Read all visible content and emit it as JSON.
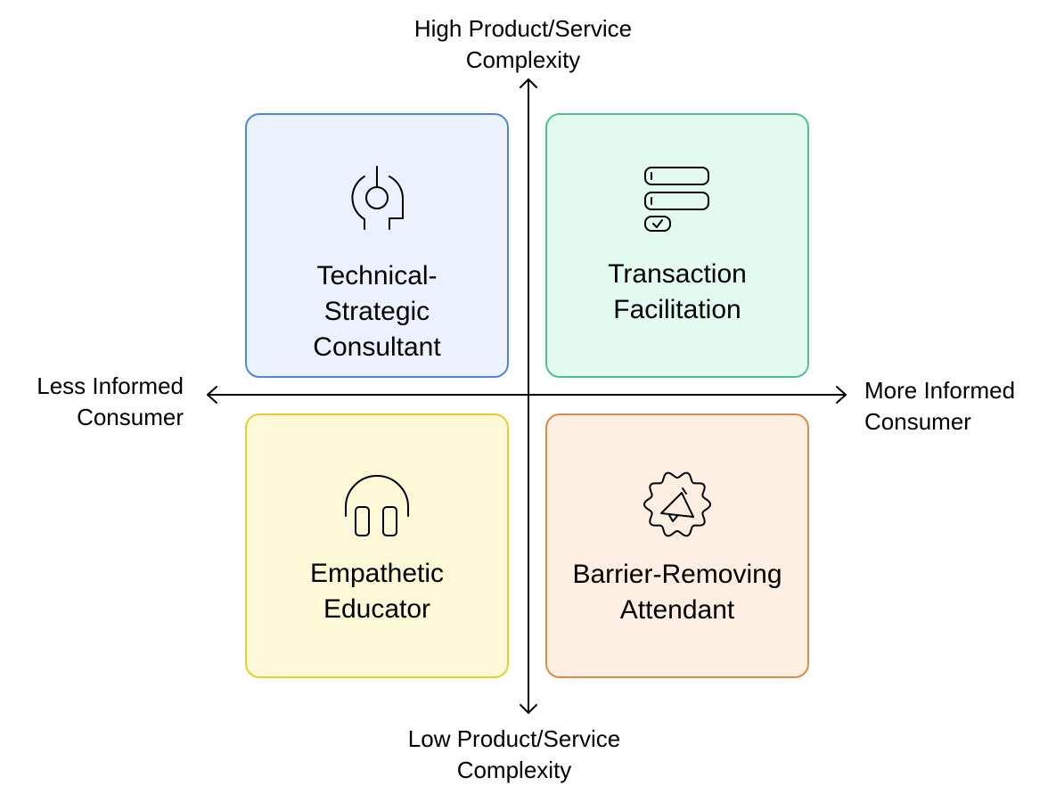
{
  "axes": {
    "top": [
      "High Product/Service",
      "Complexity"
    ],
    "bottom": [
      "Low Product/Service",
      "Complexity"
    ],
    "left": [
      "Less Informed",
      "Consumer"
    ],
    "right": [
      "More Informed",
      "Consumer"
    ]
  },
  "quadrants": {
    "top_left": {
      "title": [
        "Technical-",
        "Strategic",
        "Consultant"
      ],
      "icon": "consultant-cable-icon",
      "fill": "#ebf1fd",
      "border": "#4f86dc"
    },
    "top_right": {
      "title": [
        "Transaction",
        "Facilitation"
      ],
      "icon": "checklist-stack-icon",
      "fill": "#e3faf0",
      "border": "#4cc38f"
    },
    "bottom_left": {
      "title": [
        "Empathetic",
        "Educator"
      ],
      "icon": "headphones-icon",
      "fill": "#fdf8d8",
      "border": "#e4cf2e"
    },
    "bottom_right": {
      "title": [
        "Barrier-Removing",
        "Attendant"
      ],
      "icon": "megaphone-badge-icon",
      "fill": "#fdefe2",
      "border": "#dd8a47"
    }
  }
}
